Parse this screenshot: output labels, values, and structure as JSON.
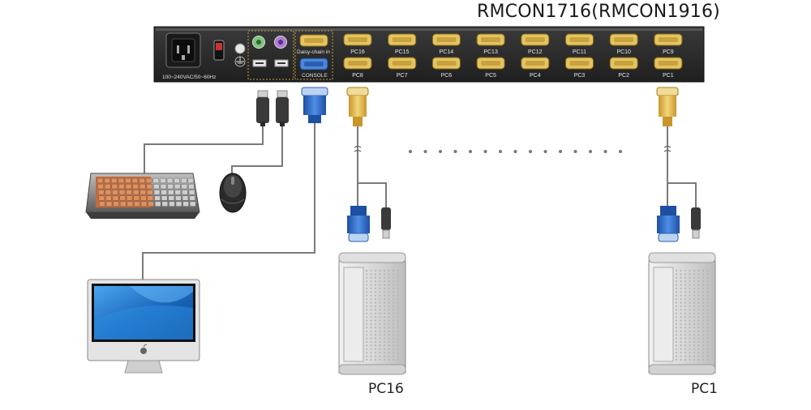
{
  "title": "RMCON1716(RMCON1916)",
  "panel": {
    "power_label": "100~240VAC/50~60Hz",
    "daisy_label": "Daisy-chain in",
    "console_label": "CONSOLE",
    "top_ports": [
      "PC16",
      "PC15",
      "PC14",
      "PC13",
      "PC12",
      "PC11",
      "PC10",
      "PC9"
    ],
    "bottom_ports": [
      "PC8",
      "PC7",
      "PC6",
      "PC5",
      "PC4",
      "PC3",
      "PC2",
      "PC1"
    ]
  },
  "pcs": {
    "left_label": "PC16",
    "right_label": "PC1"
  },
  "colors": {
    "panel": "#2b2b2b",
    "port_gold": "#d9b44a",
    "vga_blue": "#2f6ec9",
    "cable": "#777777"
  }
}
